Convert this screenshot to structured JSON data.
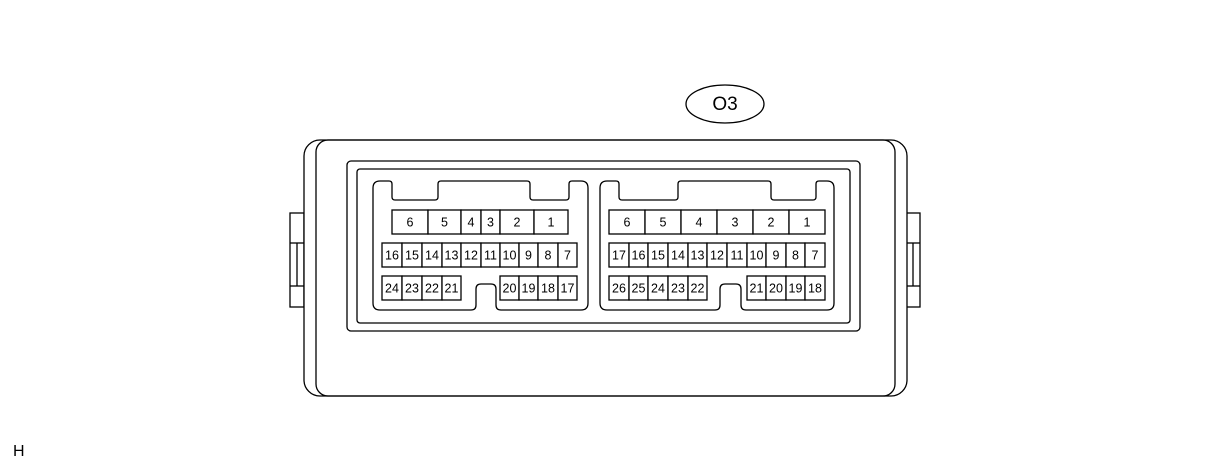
{
  "connector": {
    "id_label": "O3",
    "left_block": {
      "rows": [
        [
          "6",
          "5",
          "4",
          "3",
          "2",
          "1"
        ],
        [
          "16",
          "15",
          "14",
          "13",
          "12",
          "11",
          "10",
          "9",
          "8",
          "7"
        ],
        [
          "24",
          "23",
          "22",
          "21",
          "20",
          "19",
          "18",
          "17"
        ]
      ]
    },
    "right_block": {
      "rows": [
        [
          "6",
          "5",
          "4",
          "3",
          "2",
          "1"
        ],
        [
          "17",
          "16",
          "15",
          "14",
          "13",
          "12",
          "11",
          "10",
          "9",
          "8",
          "7"
        ],
        [
          "26",
          "25",
          "24",
          "23",
          "22",
          "21",
          "20",
          "19",
          "18"
        ]
      ]
    }
  },
  "corner_code": "H"
}
